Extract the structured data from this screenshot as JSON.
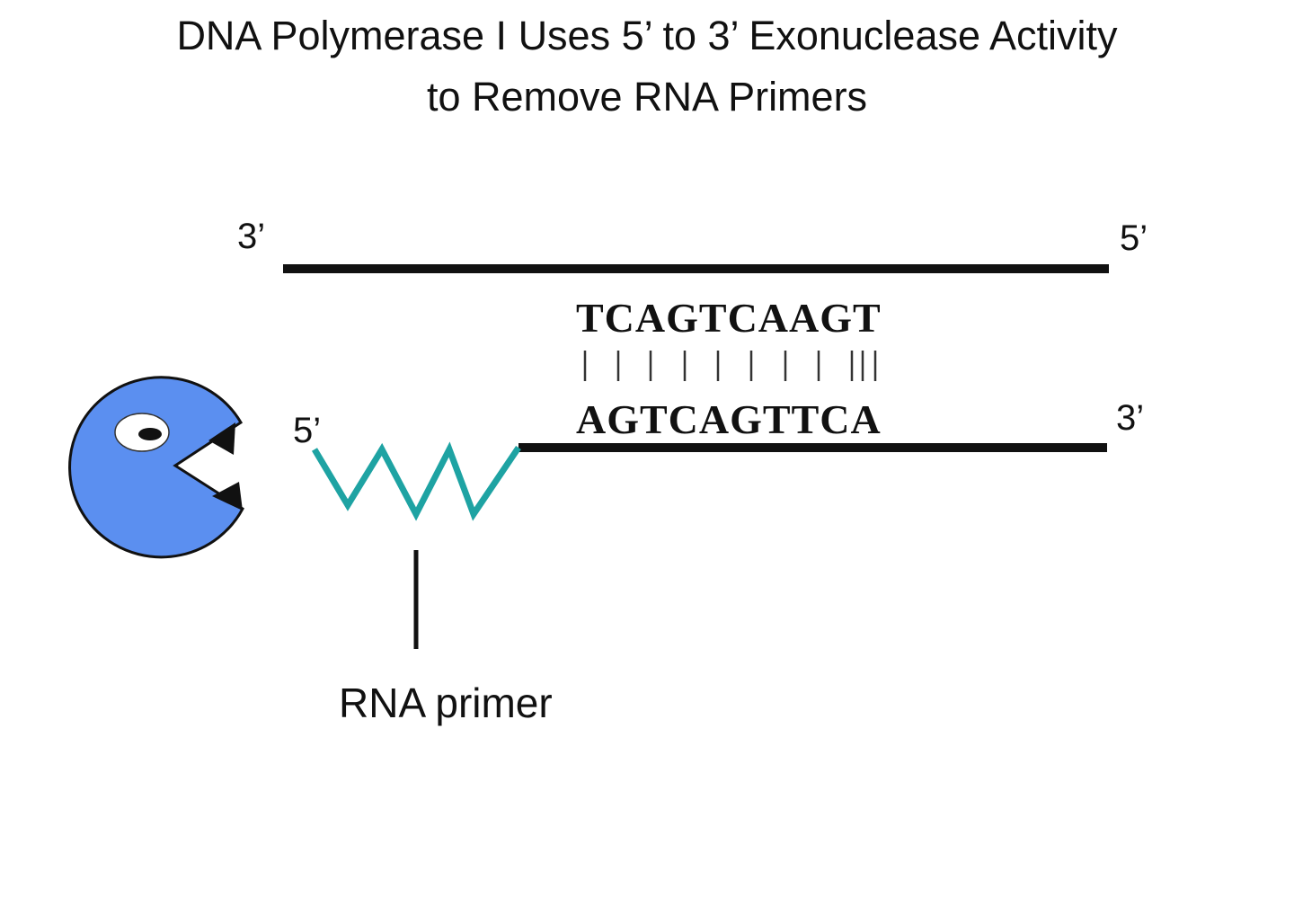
{
  "title": {
    "line1": "DNA Polymerase I Uses 5’ to 3’ Exonuclease Activity",
    "line2": "to Remove RNA Primers"
  },
  "template_strand": {
    "left_end": "3’",
    "right_end": "5’",
    "sequence": "TCAGTCAAGT"
  },
  "new_strand": {
    "left_end": "5’",
    "right_end": "3’",
    "sequence": "AGTCAGTTCA"
  },
  "primer_label": "RNA primer",
  "enzyme_icon": "pacman-enzyme-icon",
  "colors": {
    "enzyme": "#5b8ff0",
    "primer": "#1ea3a3",
    "strand": "#111111"
  }
}
